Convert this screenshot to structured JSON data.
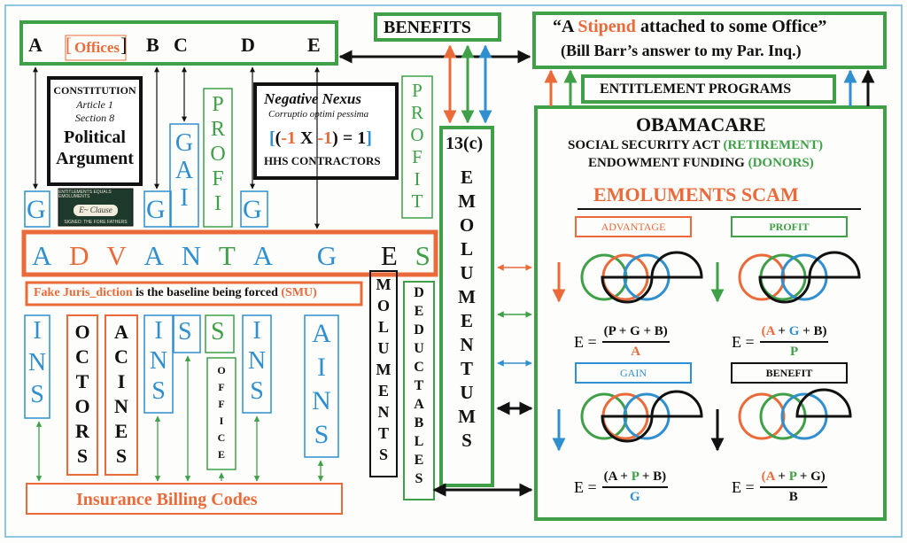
{
  "colors": {
    "orange": "#ea6a3a",
    "green": "#3fa048",
    "blue": "#2f8fcf",
    "black": "#111111",
    "frame": "#8fc6e8"
  },
  "top_letters": {
    "a": "A",
    "offices": "Offices",
    "b": "B",
    "c": "C",
    "d": "D",
    "e": "E"
  },
  "constitution": {
    "line1": "CONSTITUTION",
    "line2": "Article 1",
    "line3": "Section 8",
    "line4": "Political",
    "line5": "Argument"
  },
  "seal": {
    "line1": "ENTITLEMENTS EQUALS EMOLUMENTS",
    "line2": "E~ Clause",
    "line3": "SIGNED: THE FORE FATHERS"
  },
  "nexus": {
    "title": "Negative Nexus",
    "subtitle": "Corruptio optimi pessima",
    "b_open": "[",
    "p_open": "(",
    "m1": "-1",
    "x": "X",
    "m2": "-1",
    "p_close": ")",
    "eq": "=",
    "one": "1",
    "b_close": "]",
    "line3": "HHS CONTRACTORS"
  },
  "benefits": "BENEFITS",
  "stipend": {
    "q": "“A",
    "word": "Stipend",
    "rest": "attached to some Office”",
    "line2": "(Bill Barr’s answer to my Par. Inq.)"
  },
  "entitlement": "ENTITLEMENT PROGRAMS",
  "gain_letters": [
    "G",
    "A",
    "I"
  ],
  "profi_letters": [
    "P",
    "R",
    "O",
    "F",
    "I"
  ],
  "profit_letters": [
    "P",
    "R",
    "O",
    "F",
    "I",
    "T"
  ],
  "g_labels": [
    "G",
    "G",
    "G"
  ],
  "thirteen": "13(c)",
  "emolumentums": [
    "E",
    "M",
    "O",
    "L",
    "U",
    "M",
    "E",
    "N",
    "T",
    "U",
    "M",
    "S"
  ],
  "advantages": [
    "A",
    "D",
    "V",
    "A",
    "N",
    "T",
    "A",
    "G",
    "E",
    "S"
  ],
  "fake": {
    "part1": "Fake Juris_diction",
    "part2": "is the baseline being forced",
    "part3": "(SMU)"
  },
  "cols": {
    "ins": [
      "I",
      "N",
      "S"
    ],
    "octors": [
      "O",
      "C",
      "T",
      "O",
      "R",
      "S"
    ],
    "acines": [
      "A",
      "C",
      "I",
      "N",
      "E",
      "S"
    ],
    "s": [
      "S"
    ],
    "office": [
      "O",
      "F",
      "F",
      "I",
      "C",
      "E"
    ],
    "ains": [
      "A",
      "I",
      "N",
      "S"
    ],
    "moluments": [
      "M",
      "O",
      "L",
      "U",
      "M",
      "E",
      "N",
      "T",
      "S"
    ],
    "deductables": [
      "D",
      "E",
      "D",
      "U",
      "C",
      "T",
      "A",
      "B",
      "L",
      "E",
      "S"
    ]
  },
  "billing": "Insurance Billing Codes",
  "obamacare": {
    "title": "OBAMACARE",
    "line2a": "SOCIAL SECURITY ACT",
    "line2b": "(RETIREMENT)",
    "line3a": "ENDOWMENT FUNDING",
    "line3b": "(DONORS)",
    "scam": "EMOLUMENTS SCAM"
  },
  "quadrants": {
    "advantage": {
      "label": "ADVANTAGE",
      "e": "E =",
      "num": [
        "(P",
        "+",
        "G",
        "+ B)"
      ],
      "den": "A"
    },
    "profit": {
      "label": "PROFIT",
      "e": "E =",
      "num": [
        "(A",
        "+",
        "G",
        "+ B)"
      ],
      "den": "P"
    },
    "gain": {
      "label": "GAIN",
      "e": "E =",
      "num": [
        "(A",
        "+",
        "P",
        "+ B)"
      ],
      "den": "G"
    },
    "benefit": {
      "label": "BENEFIT",
      "e": "E =",
      "num": [
        "(A",
        "+",
        "P",
        "+ G)"
      ],
      "den": "B"
    }
  }
}
